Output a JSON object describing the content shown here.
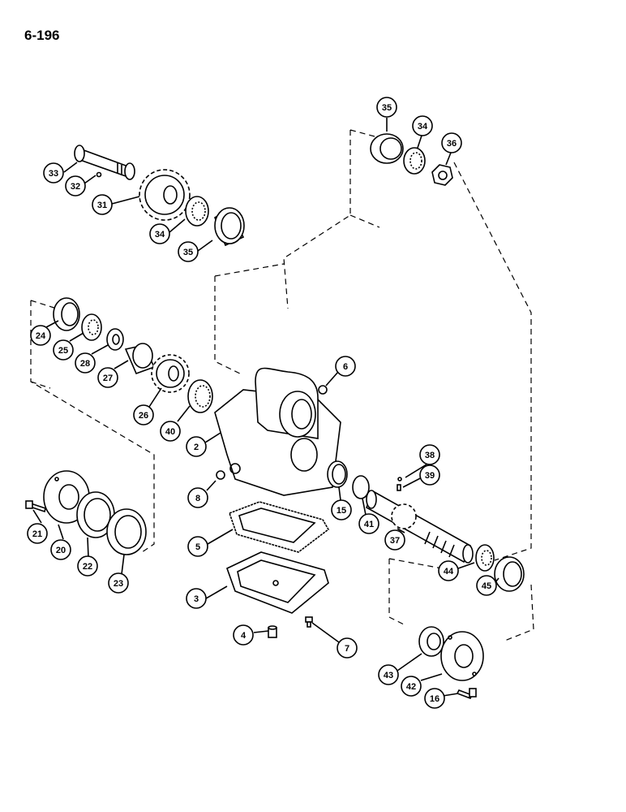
{
  "page_number": "6-196",
  "callouts": [
    {
      "id": "c33",
      "label": "33"
    },
    {
      "id": "c32",
      "label": "32"
    },
    {
      "id": "c31",
      "label": "31"
    },
    {
      "id": "c34a",
      "label": "34"
    },
    {
      "id": "c35a",
      "label": "35"
    },
    {
      "id": "c35b",
      "label": "35"
    },
    {
      "id": "c34b",
      "label": "34"
    },
    {
      "id": "c36",
      "label": "36"
    },
    {
      "id": "c24",
      "label": "24"
    },
    {
      "id": "c25",
      "label": "25"
    },
    {
      "id": "c28",
      "label": "28"
    },
    {
      "id": "c27",
      "label": "27"
    },
    {
      "id": "c26",
      "label": "26"
    },
    {
      "id": "c40",
      "label": "40"
    },
    {
      "id": "c6",
      "label": "6"
    },
    {
      "id": "c2",
      "label": "2"
    },
    {
      "id": "c8",
      "label": "8"
    },
    {
      "id": "c38",
      "label": "38"
    },
    {
      "id": "c39",
      "label": "39"
    },
    {
      "id": "c15",
      "label": "15"
    },
    {
      "id": "c41",
      "label": "41"
    },
    {
      "id": "c37",
      "label": "37"
    },
    {
      "id": "c44",
      "label": "44"
    },
    {
      "id": "c45",
      "label": "45"
    },
    {
      "id": "c21",
      "label": "21"
    },
    {
      "id": "c20",
      "label": "20"
    },
    {
      "id": "c22",
      "label": "22"
    },
    {
      "id": "c23",
      "label": "23"
    },
    {
      "id": "c5",
      "label": "5"
    },
    {
      "id": "c3",
      "label": "3"
    },
    {
      "id": "c4",
      "label": "4"
    },
    {
      "id": "c7",
      "label": "7"
    },
    {
      "id": "c43",
      "label": "43"
    },
    {
      "id": "c42",
      "label": "42"
    },
    {
      "id": "c16",
      "label": "16"
    }
  ]
}
